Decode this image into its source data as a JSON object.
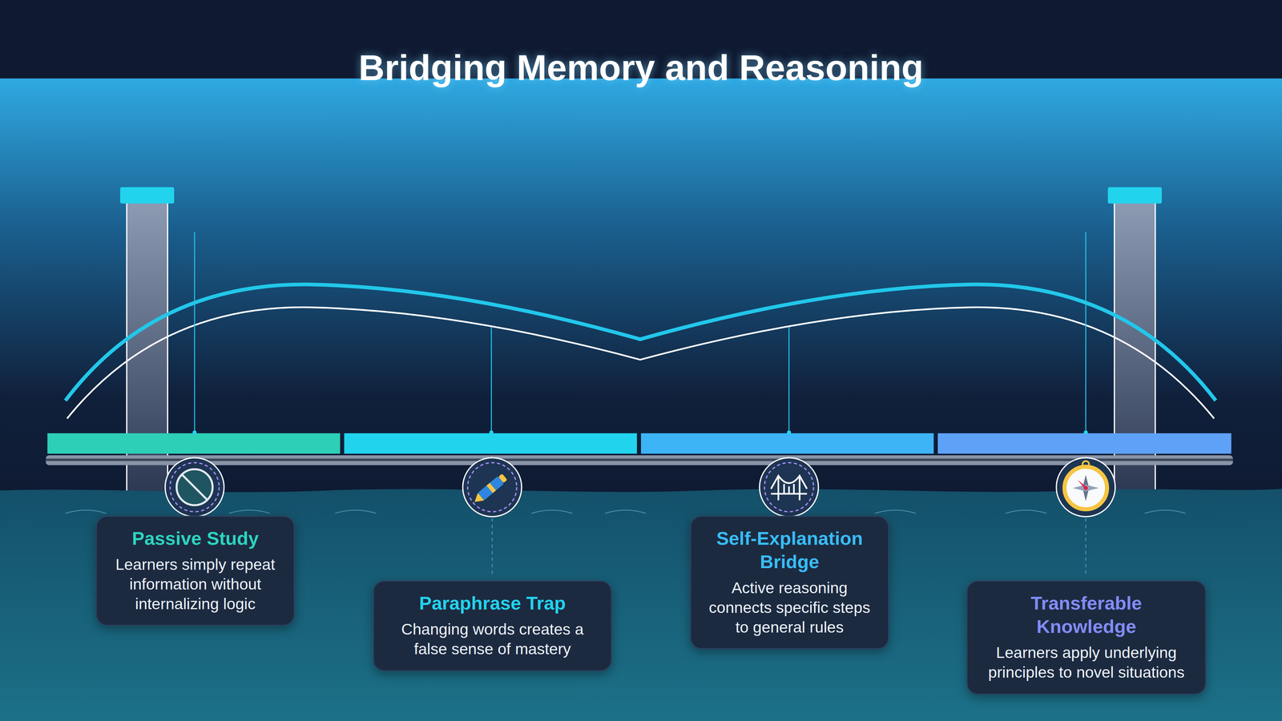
{
  "diagram": {
    "title": "Bridging Memory and Reasoning",
    "nodes": [
      {
        "text": [
          "Passive Study",
          "Learners simply repeat information without internalizing logic"
        ]
      },
      {
        "text": [
          "Paraphrase Trap",
          "Changing words creates a false sense of mastery"
        ]
      },
      {
        "text": [
          "Self-Explanation Bridge",
          "Active reasoning connects specific steps to general rules"
        ]
      },
      {
        "text": [
          "Transferable Knowledge",
          "Learners apply underlying principles to novel situations"
        ]
      }
    ]
  }
}
